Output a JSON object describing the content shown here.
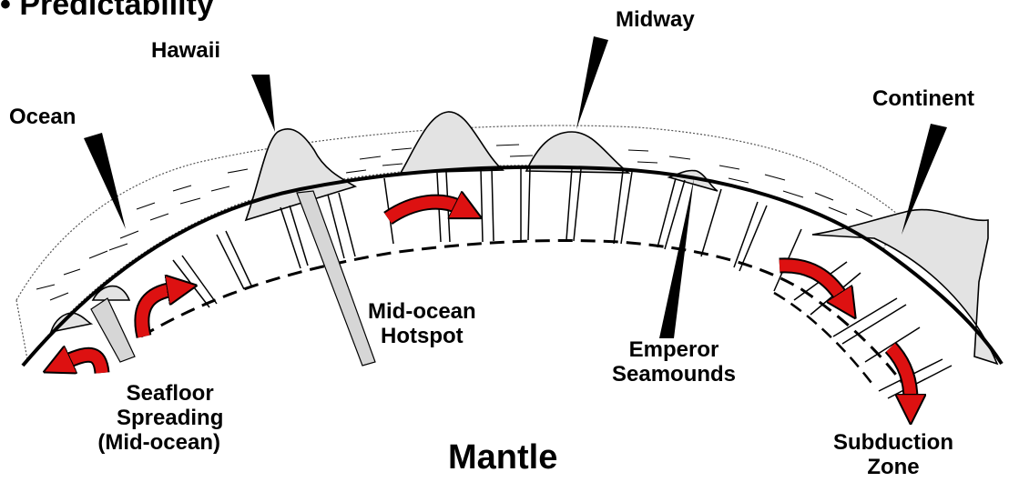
{
  "header": {
    "title": "• Predictability"
  },
  "labels": {
    "hawaii": "Hawaii",
    "midway": "Midway",
    "ocean": "Ocean",
    "continent": "Continent",
    "hotspot_line1": "Mid-ocean",
    "hotspot_line2": "Hotspot",
    "emperor_line1": "Emperor",
    "emperor_line2": "Seamounds",
    "seafloor_line1": "Seafloor",
    "seafloor_line2": "Spreading",
    "seafloor_line3": "(Mid-ocean)",
    "subduction_line1": "Subduction",
    "subduction_line2": "Zone",
    "mantle": "Mantle"
  },
  "colors": {
    "arrow": "#dd1111",
    "mountain": "#e3e3e3",
    "hotspot": "#d6d6d6",
    "ink": "#000000"
  }
}
